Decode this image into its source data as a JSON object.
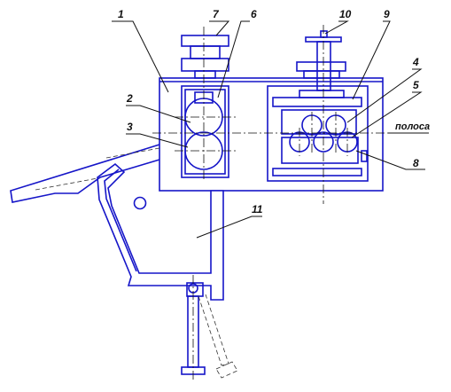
{
  "strip_label": "полоса",
  "callouts": [
    {
      "id": "callout-1",
      "text": "1"
    },
    {
      "id": "callout-2",
      "text": "2"
    },
    {
      "id": "callout-3",
      "text": "3"
    },
    {
      "id": "callout-4",
      "text": "4"
    },
    {
      "id": "callout-5",
      "text": "5"
    },
    {
      "id": "callout-6",
      "text": "6"
    },
    {
      "id": "callout-7",
      "text": "7"
    },
    {
      "id": "callout-8",
      "text": "8"
    },
    {
      "id": "callout-9",
      "text": "9"
    },
    {
      "id": "callout-10",
      "text": "10"
    },
    {
      "id": "callout-11",
      "text": "11"
    }
  ],
  "colors": {
    "outline": "#1515c8",
    "leaders": "#111111"
  }
}
